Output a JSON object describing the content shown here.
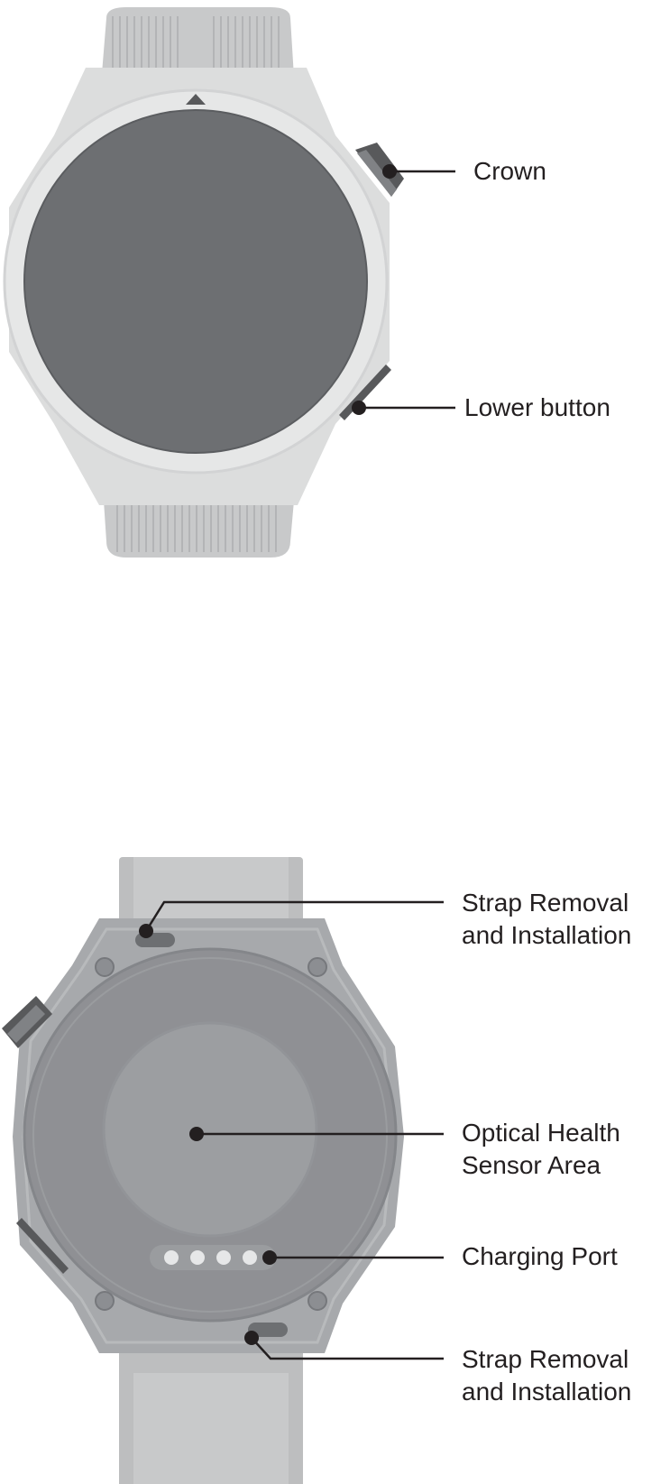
{
  "front_view": {
    "labels": {
      "crown": "Crown",
      "lower_button": "Lower button"
    }
  },
  "back_view": {
    "labels": {
      "strap_top": [
        "Strap Removal",
        "and Installation"
      ],
      "sensor": [
        "Optical Health",
        "Sensor Area"
      ],
      "charging_port": "Charging Port",
      "strap_bottom": [
        "Strap Removal",
        "and Installation"
      ]
    }
  },
  "colors": {
    "strap_front": "#c8c9ca",
    "case_front": "#dcdddd",
    "bezel_front": "#e6e7e7",
    "screen": "#6d6f72",
    "button_dark": "#58595b",
    "strap_back": "#bdbebf",
    "case_back": "#a7a9ac",
    "caseback": "#8f9094",
    "sensor": "#9c9ea1",
    "leader_line": "#231f20"
  }
}
